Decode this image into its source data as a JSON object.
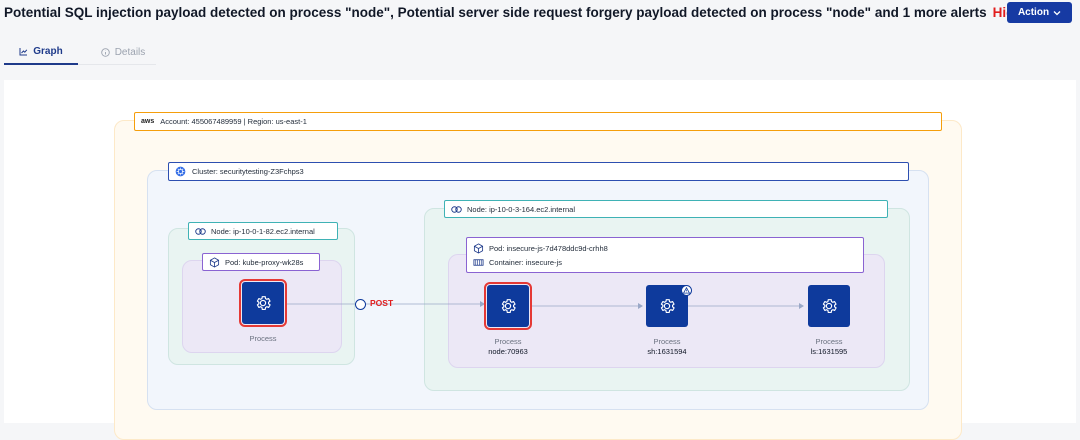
{
  "header": {
    "title": "Potential SQL injection payload detected on process \"node\", Potential server side request forgery payload detected on process \"node\" and 1 more alerts",
    "severity": "High",
    "action_label": "Action"
  },
  "tabs": [
    {
      "label": "Graph",
      "icon": "chart-icon",
      "active": true
    },
    {
      "label": "Details",
      "icon": "info-icon",
      "active": false
    }
  ],
  "graph": {
    "aws": {
      "logo": "aws",
      "label": "Account: 455067489959  |  Region: us-east-1"
    },
    "cluster": {
      "label": "Cluster: securitytesting-Z3Fchps3"
    },
    "node1": {
      "label": "Node: ip-10-0-1-82.ec2.internal"
    },
    "pod1": {
      "label": "Pod: kube-proxy-wk28s"
    },
    "node2": {
      "label": "Node: ip-10-0-3-164.ec2.internal"
    },
    "pod2": {
      "label": "Pod: insecure-js-7d478ddc9d-crhh8",
      "container": "Container: insecure-js"
    },
    "processes": [
      {
        "label": "Process",
        "pid": ""
      },
      {
        "label": "Process",
        "pid": "node:70963"
      },
      {
        "label": "Process",
        "pid": "sh:1631594"
      },
      {
        "label": "Process",
        "pid": "ls:1631595"
      }
    ],
    "edge_label": "POST"
  },
  "colors": {
    "accent": "#163aa3",
    "alert": "#e53935",
    "severity": "#e11d1d"
  }
}
